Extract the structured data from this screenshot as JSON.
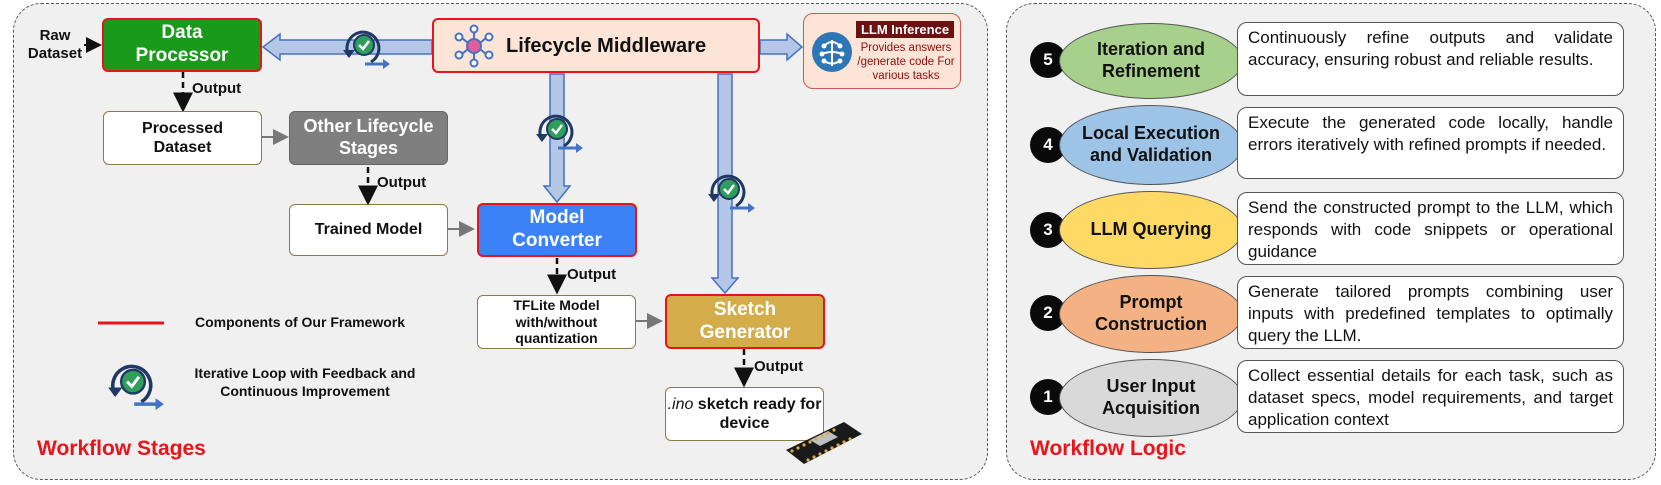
{
  "left_panel": {
    "title": "Workflow Stages",
    "raw_dataset": "Raw\nDataset",
    "data_processor": "Data Processor",
    "lifecycle_middleware": "Lifecycle Middleware",
    "llm_inference": {
      "title": "LLM Inference",
      "text": "Provides answers /generate code For various tasks"
    },
    "processed_dataset": "Processed Dataset",
    "other_stages": "Other Lifecycle Stages",
    "trained_model": "Trained Model",
    "model_converter": "Model Converter",
    "tflite_model": "TFLite Model with/without quantization",
    "sketch_generator": "Sketch Generator",
    "ino_sketch": {
      "ext": ".ino",
      "text": " sketch ready for device"
    },
    "output_label": "Output",
    "legend": {
      "components": "Components of Our Framework",
      "loop": "Iterative Loop with Feedback and Continuous Improvement"
    }
  },
  "right_panel": {
    "title": "Workflow Logic",
    "steps": [
      {
        "num": "5",
        "name": "Iteration and Refinement",
        "desc": "Continuously refine outputs and validate accuracy, ensuring robust and reliable results.",
        "color": "#a8d08d"
      },
      {
        "num": "4",
        "name": "Local Execution and Validation",
        "desc": "Execute the generated code locally, handle errors iteratively with refined prompts if needed.",
        "color": "#9dc3e6"
      },
      {
        "num": "3",
        "name": "LLM Querying",
        "desc": "Send the constructed prompt to the LLM, which responds with code snippets or operational guidance",
        "color": "#ffd966"
      },
      {
        "num": "2",
        "name": "Prompt Construction",
        "desc": "Generate tailored prompts combining user inputs with predefined templates to optimally query the LLM.",
        "color": "#f4b183"
      },
      {
        "num": "1",
        "name": "User Input Acquisition",
        "desc": "Collect essential details for each task, such as dataset specs, model requirements, and target application context",
        "color": "#d9d9d9"
      }
    ]
  },
  "colors": {
    "red": "#e8141c",
    "green": "#1a9a1a",
    "blue": "#3b82f6",
    "gold": "#d4ad4a",
    "gray": "#808080",
    "arrow_fill": "#b4c7e7",
    "arrow_stroke": "#4472c4"
  }
}
